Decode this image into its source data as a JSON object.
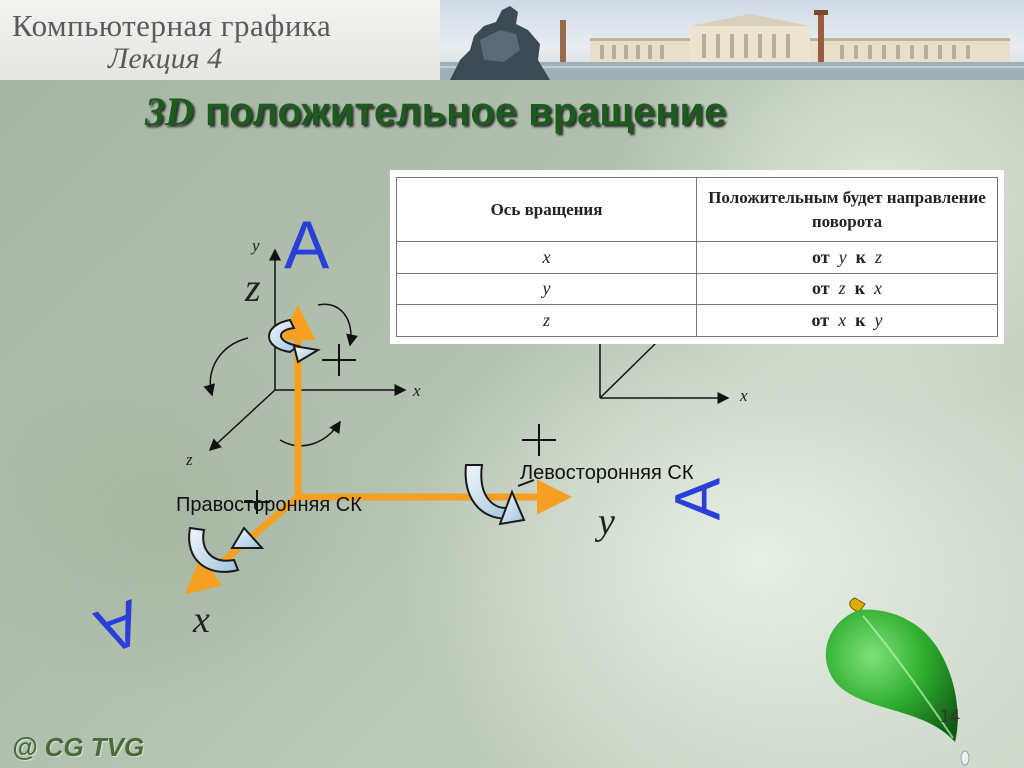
{
  "header": {
    "line1": "Компьютерная графика",
    "line2": "Лекция 4"
  },
  "title": {
    "prefix": "3D",
    "text": " положительное вращение"
  },
  "table": {
    "headers": [
      "Ось вращения",
      "Положительным будет направление поворота"
    ],
    "rows": [
      {
        "axis": "x",
        "from_word": "от",
        "from": "y",
        "to_word": "к",
        "to": "z"
      },
      {
        "axis": "y",
        "from_word": "от",
        "from": "z",
        "to_word": "к",
        "to": "x"
      },
      {
        "axis": "z",
        "from_word": "от",
        "from": "x",
        "to_word": "к",
        "to": "y"
      }
    ]
  },
  "diagram": {
    "right_handed": {
      "label": "Правосторонняя СК",
      "axis_y": "y",
      "axis_x": "x",
      "axis_z": "z"
    },
    "left_handed": {
      "label": "Левосторонняя СК",
      "axis_x": "x"
    },
    "big_axes": {
      "z": "z",
      "y": "y",
      "x": "x"
    },
    "plus": "+",
    "eye_letter": "A"
  },
  "page_number": "14",
  "footer": "@ CG TVG",
  "colors": {
    "axis_orange": "#f5a020",
    "eye_blue": "#2a3fd8",
    "title_green": "#1d5a1d",
    "curl_arrow_fill": "#c9e2f2"
  }
}
